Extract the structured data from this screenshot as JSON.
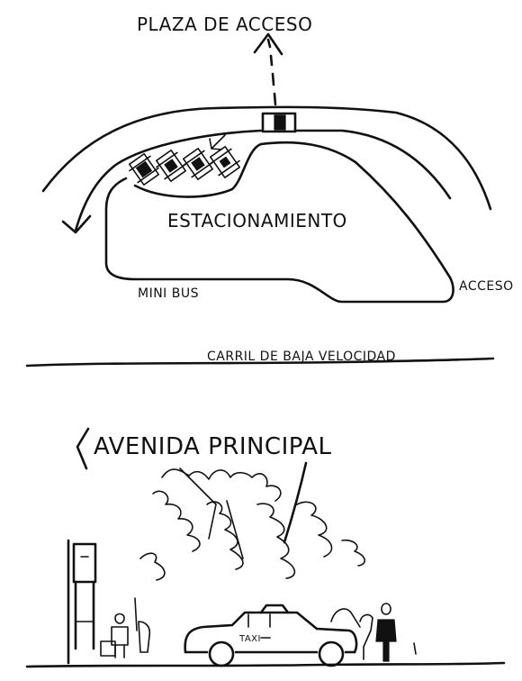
{
  "labels": {
    "plaza_de_acceso": "PLAZA DE ACCESO",
    "estacionamiento": "ESTACIONAMIENTO",
    "mini_bus": "MINI BUS",
    "acceso": "ACCESO",
    "carril_de_baja_velocidad": "CARRIL DE BAJA VELOCIDAD",
    "avenida_principal": "AVENIDA PRINCIPAL",
    "taxi": "TAXI"
  }
}
